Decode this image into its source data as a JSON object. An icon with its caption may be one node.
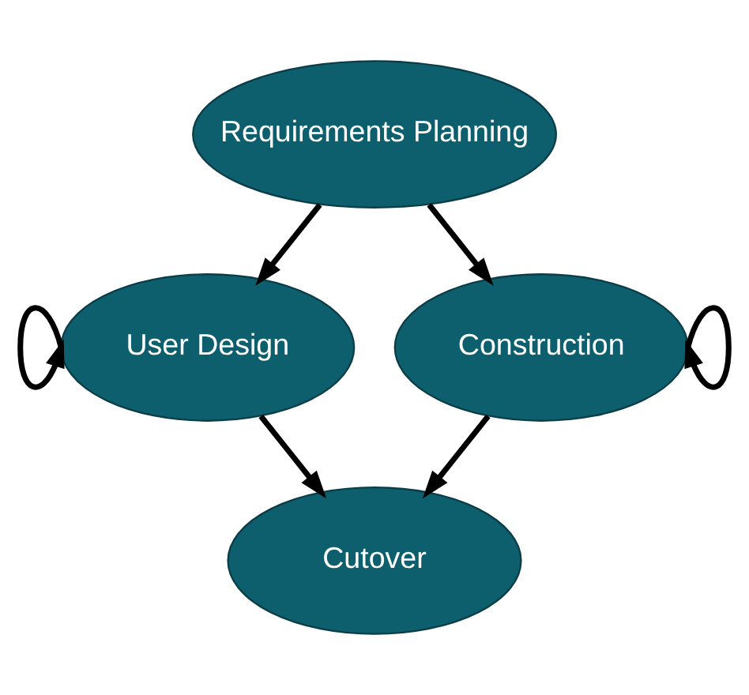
{
  "diagram": {
    "nodes": [
      {
        "text": [
          "Requirements Planning"
        ]
      },
      {
        "text": [
          "User Design"
        ]
      },
      {
        "text": [
          "Construction"
        ]
      },
      {
        "text": [
          "Cutover"
        ]
      }
    ],
    "edges": [
      {
        "from": 0,
        "to": 1,
        "arrow": "to"
      },
      {
        "from": 0,
        "to": 2,
        "arrow": "to"
      },
      {
        "from": 1,
        "to": 1,
        "arrow": "to"
      },
      {
        "from": 2,
        "to": 2,
        "arrow": "to"
      },
      {
        "from": 1,
        "to": 3,
        "arrow": "to"
      },
      {
        "from": 2,
        "to": 3,
        "arrow": "to"
      }
    ]
  }
}
